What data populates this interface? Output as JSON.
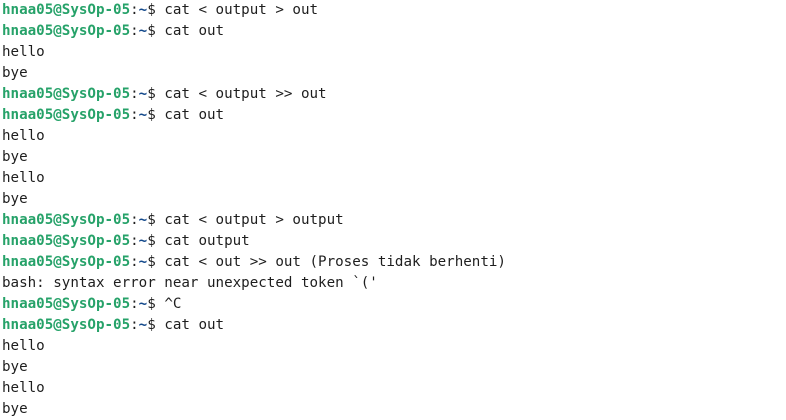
{
  "terminal": {
    "lines": [
      {
        "type": "cmd",
        "user_host": "hnaa05@SysOp-05",
        "path": "~",
        "sign": "$ ",
        "text": "cat < output > out"
      },
      {
        "type": "cmd",
        "user_host": "hnaa05@SysOp-05",
        "path": "~",
        "sign": "$ ",
        "text": "cat out"
      },
      {
        "type": "out",
        "text": "hello"
      },
      {
        "type": "out",
        "text": "bye"
      },
      {
        "type": "cmd",
        "user_host": "hnaa05@SysOp-05",
        "path": "~",
        "sign": "$ ",
        "text": "cat < output >> out"
      },
      {
        "type": "cmd",
        "user_host": "hnaa05@SysOp-05",
        "path": "~",
        "sign": "$ ",
        "text": "cat out"
      },
      {
        "type": "out",
        "text": "hello"
      },
      {
        "type": "out",
        "text": "bye"
      },
      {
        "type": "out",
        "text": "hello"
      },
      {
        "type": "out",
        "text": "bye"
      },
      {
        "type": "cmd",
        "user_host": "hnaa05@SysOp-05",
        "path": "~",
        "sign": "$ ",
        "text": "cat < output > output"
      },
      {
        "type": "cmd",
        "user_host": "hnaa05@SysOp-05",
        "path": "~",
        "sign": "$ ",
        "text": "cat output"
      },
      {
        "type": "cmd",
        "user_host": "hnaa05@SysOp-05",
        "path": "~",
        "sign": "$ ",
        "text": "cat < out >> out (Proses tidak berhenti)"
      },
      {
        "type": "out",
        "text": "bash: syntax error near unexpected token `('"
      },
      {
        "type": "cmd",
        "user_host": "hnaa05@SysOp-05",
        "path": "~",
        "sign": "$ ",
        "text": "^C"
      },
      {
        "type": "cmd",
        "user_host": "hnaa05@SysOp-05",
        "path": "~",
        "sign": "$ ",
        "text": "cat out"
      },
      {
        "type": "out",
        "text": "hello"
      },
      {
        "type": "out",
        "text": "bye"
      },
      {
        "type": "out",
        "text": "hello"
      },
      {
        "type": "out",
        "text": "bye"
      }
    ]
  },
  "colors": {
    "background": "#ffffff",
    "user_host": "#26a269",
    "path": "#12488b",
    "text": "#1e1e1e"
  }
}
